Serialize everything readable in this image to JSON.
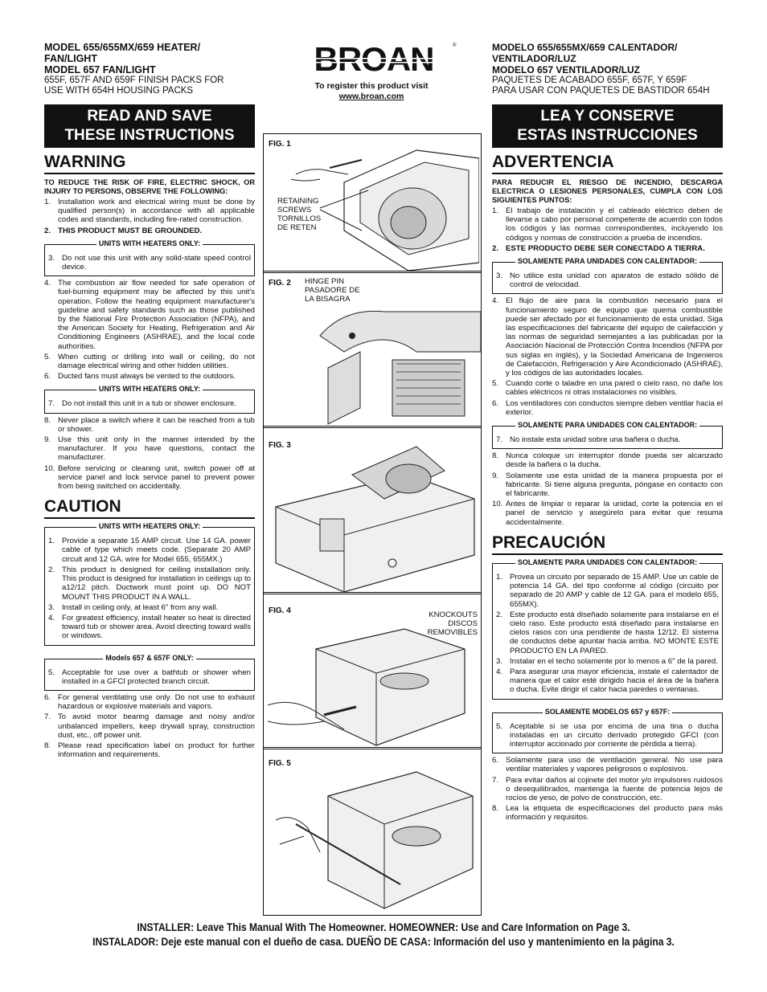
{
  "left": {
    "model_lines": [
      "MODEL 655/655MX/659 HEATER/",
      "FAN/LIGHT",
      "MODEL 657 FAN/LIGHT"
    ],
    "finish_packs": [
      "655F, 657F AND 659F FINISH PACKS FOR",
      "USE WITH 654H HOUSING PACKS"
    ],
    "banner": [
      "READ AND SAVE",
      "THESE INSTRUCTIONS"
    ],
    "warning_title": "WARNING",
    "warning_intro": "TO REDUCE THE RISK OF FIRE, ELECTRIC SHOCK, OR INJURY TO PERSONS, OBSERVE THE FOLLOWING:",
    "w1": "Installation work and electrical wiring must be done by qualified person(s) in accordance with all applicable codes and standards, including fire-rated construction.",
    "w2": "THIS PRODUCT MUST BE GROUNDED.",
    "heaters_only": "UNITS WITH HEATERS ONLY:",
    "w3": "Do not use this unit with any solid-state speed control device.",
    "w4": "The combustion air flow needed for safe operation of fuel-burning equipment may be affected by this unit's operation.   Follow the heating equipment manufacturer's guideline and safety standards such as those published by the National Fire Protection Association (NFPA), and the American Society for Heating, Refrigeration and Air Conditioning Engineers (ASHRAE), and the local code authorities.",
    "w5": "When cutting or drilling into wall or ceiling, do not damage electrical wiring and other hidden utilities.",
    "w6": "Ducted fans must always be vented to the outdoors.",
    "w7": "Do not install this unit in a tub or shower enclosure.",
    "w8": "Never place a switch where it can be reached from a tub or shower.",
    "w9": "Use this unit only in the manner intended by the manufacturer.  If you have questions, contact the manufacturer.",
    "w10": "Before servicing or cleaning unit, switch power off at service panel and lock service panel to prevent power from being switched on accidentally.",
    "caution_title": "CAUTION",
    "c1": "Provide a separate 15 AMP circuit.  Use 14 GA. power cable of type which meets code. (Separate 20 AMP circuit and 12 GA. wire for Model 655, 655MX.)",
    "c2": "This product is designed for ceiling installation only. This product is designed for installation in ceilings up to a12/12 pitch. Ductwork must point up. DO NOT MOUNT THIS PRODUCT IN A WALL.",
    "c3": "Install in ceiling only, at least 6\" from any wall.",
    "c4": "For greatest efficiency, install heater so heat is directed toward tub or shower area.  Avoid directing toward walls or windows.",
    "models_only": "Models 657 & 657F ONLY:",
    "c5": "Acceptable for use over a bathtub or shower when installed in a GFCI protected branch circuit.",
    "c6": "For general ventilating use only. Do not use to exhaust hazardous or explosive materials and vapors.",
    "c7": "To avoid motor bearing damage and noisy and/or unbalanced impellers, keep drywall spray, construction dust, etc., off power unit.",
    "c8": "Please read specification label on product for further information and requirements."
  },
  "middle": {
    "logo": "BROAN",
    "register": "To register this product visit",
    "url": "www.broan.com",
    "fig1": "FIG. 1",
    "fig1_callout": [
      "RETAINING",
      "SCREWS",
      "TORNILLOS",
      "DE RETEN"
    ],
    "fig2": "FIG. 2",
    "fig2_callout": [
      "HINGE PIN",
      "PASADORE DE",
      "LA BISAGRA"
    ],
    "fig3": "FIG. 3",
    "fig4": "FIG. 4",
    "fig4_callout": [
      "KNOCKOUTS",
      "DISCOS",
      "REMOVIBLES"
    ],
    "fig5": "FIG. 5"
  },
  "right": {
    "model_lines": [
      "MODELO 655/655MX/659 CALENTADOR/",
      "VENTILADOR/LUZ",
      "MODELO 657 VENTILADOR/LUZ"
    ],
    "finish_packs": [
      "PAQUETES DE ACABADO  655F, 657F, Y 659F",
      "PARA USAR CON PAQUETES DE BASTIDOR 654H"
    ],
    "banner": [
      "LEA Y CONSERVE",
      "ESTAS INSTRUCCIONES"
    ],
    "warning_title": "ADVERTENCIA",
    "warning_intro": "PARA REDUCIR EL RIESGO DE INCENDIO, DESCARGA ELECTRICA O LESIONES PERSONALES, CUMPLA CON LOS SIGUIENTES PUNTOS:",
    "w1": "El trabajo de instalación y el cableado eléctrico deben de llevarse a cabo por personal competente de acuerdo con todos los códigos y las normas correspondientes, incluyendo los códigos y normas de construcción a prueba de incendios.",
    "w2": "ESTE PRODUCTO DEBE SER CONECTADO A TIERRA.",
    "heaters_only": "SOLAMENTE PARA UNIDADES CON CALENTADOR:",
    "w3": "No utilice esta unidad con aparatos de estado sólido de control de velocidad.",
    "w4": "El flujo de aire  para la combustión necesario para el funcionamiento seguro de equipo que quema combustible puede ser afectado por el funcionamiento de esta unidad. Siga las especificaciones del fabricante del equipo de calefacción y las normas de seguridad semejantes a las publicadas por la Asociación Nacional de Protección Contra Incendios (NFPA por sus siglas en inglés), y la Sociedad Americana de Ingenieros de Calefacción, Refrigeración y Aire Acondicionado (ASHRAE), y los códigos de las autoridades locales.",
    "w5": "Cuando corte o taladre en una pared o cielo raso, no dañe los cables eléctricos ni otras instalaciones no visibles.",
    "w6": "Los ventiladores con conductos siempre deben ventilar hacia el exterior.",
    "w7": "No instale esta unidad sobre una bañera o ducha.",
    "w8": "Nunca coloque un interruptor donde pueda ser alcanzado desde la bañera o la ducha.",
    "w9": "Solamente use esta unidad de la manera propuesta por el fabricante. Si tiene alguna pregunta, póngase en contacto con el fabricante.",
    "w10": "Antes de limpiar o reparar la unidad, corte la potencia en el panel de servicio y asegúrelo para evitar que resuma accidentalmente.",
    "caution_title": "PRECAUCIÓN",
    "c1": "Provea un circuito por separado de 15 AMP. Use un cable de potencia 14 GA. del tipo conforme al código (circuito por separado de 20 AMP y cable de 12 GA. para el modelo 655, 655MX).",
    "c2": "Este producto está diseñado solamente para instalarse en el cielo raso. Este producto está diseñado para instalarse en cielos rasos con una pendiente de hasta 12/12. El sistema de conductos debe apuntar hacia arriba. NO MONTE ESTE PRODUCTO EN LA PARED.",
    "c3": "Instalar en el techo solamente por lo menos a 6\" de la pared.",
    "c4": "Para asegurar una mayor eficiencia, instale el calentador de manera que el calor esté dirigido hacia el área de la bañera o ducha. Evite dirigir el calor hacia paredes o ventanas.",
    "models_only": "SOLAMENTE MODELOS 657 y 657F:",
    "c5": "Aceptable si se usa por encima de una tina o ducha instaladas en un circuito derivado protegido GFCI (con interruptor accionado por corriente de pérdida a tierra).",
    "c6": "Solamente para uso de ventilación general. No use para ventilar materiales y vapores peligrosos o explosivos.",
    "c7": "Para evitar daños al cojinete del motor y/o impulsores ruidosos o desequilibrados, mantenga la fuente de potencia lejos de rocíos de yeso, de polvo de construcción, etc.",
    "c8": "Lea la etiqueta de especificaciones del producto para más información y requisitos."
  },
  "footer": {
    "line1": "INSTALLER:  Leave This Manual With The Homeowner.  HOMEOWNER:  Use and Care Information on Page 3.",
    "line2": "INSTALADOR: Deje este manual con el dueño de casa.  DUEÑO DE CASA: Información del uso y mantenimiento en la página 3."
  }
}
